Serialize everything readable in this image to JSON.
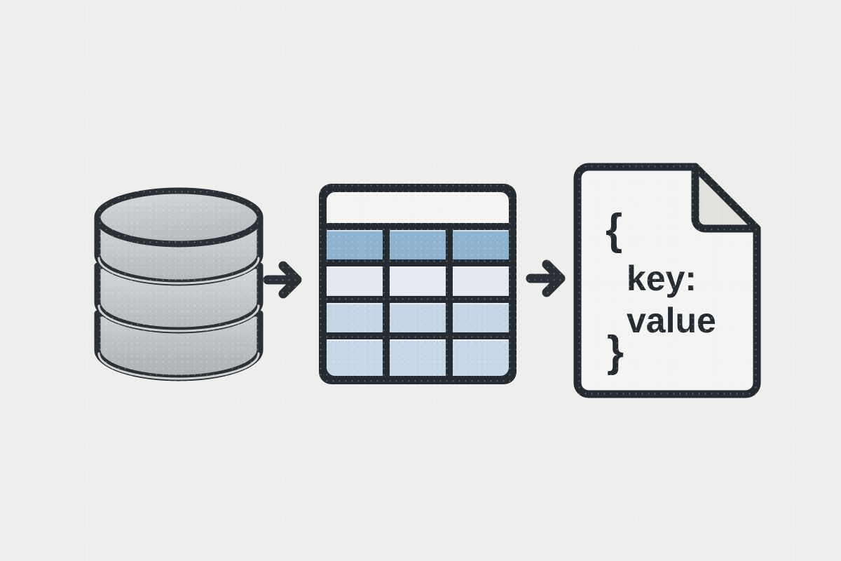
{
  "diagram": {
    "title": "Database to table to JSON data pipeline",
    "background_color": "#eeeeec",
    "outline_color": "#2a3036",
    "stages": [
      {
        "id": "database",
        "label": "database-cylinder",
        "icon": "database-icon"
      },
      {
        "id": "table",
        "label": "data-table-grid",
        "icon": "table-icon"
      },
      {
        "id": "document",
        "label": "json-document",
        "icon": "json-file-icon"
      }
    ],
    "connectors": [
      {
        "id": "arrow-1",
        "icon": "arrow-right-icon",
        "from": "database",
        "to": "table"
      },
      {
        "id": "arrow-2",
        "icon": "arrow-right-icon",
        "from": "table",
        "to": "document"
      }
    ]
  },
  "database": {
    "name": "database-cylinder",
    "band_count": 3,
    "fill_light": "#d9dbdd",
    "fill_dark": "#b6b9bc",
    "stroke": "#2a3036"
  },
  "table": {
    "name": "data-table-grid",
    "rows": 4,
    "columns": 3,
    "header_bar_color": "#f4f4f2",
    "frame_color": "#242b31",
    "row_colors": [
      "#8fb4d0",
      "#e3e8f1",
      "#c4d5e6",
      "#c7d8e8"
    ],
    "cells": [
      [
        "",
        "",
        ""
      ],
      [
        "",
        "",
        ""
      ],
      [
        "",
        "",
        ""
      ],
      [
        "",
        "",
        ""
      ]
    ]
  },
  "document": {
    "name": "json-document",
    "fill": "#f4f4f2",
    "fold_fill": "#e2e2dd",
    "stroke": "#242b31",
    "lines": {
      "open_brace": "{",
      "key": "key:",
      "value": "value",
      "close_brace": "}"
    }
  }
}
